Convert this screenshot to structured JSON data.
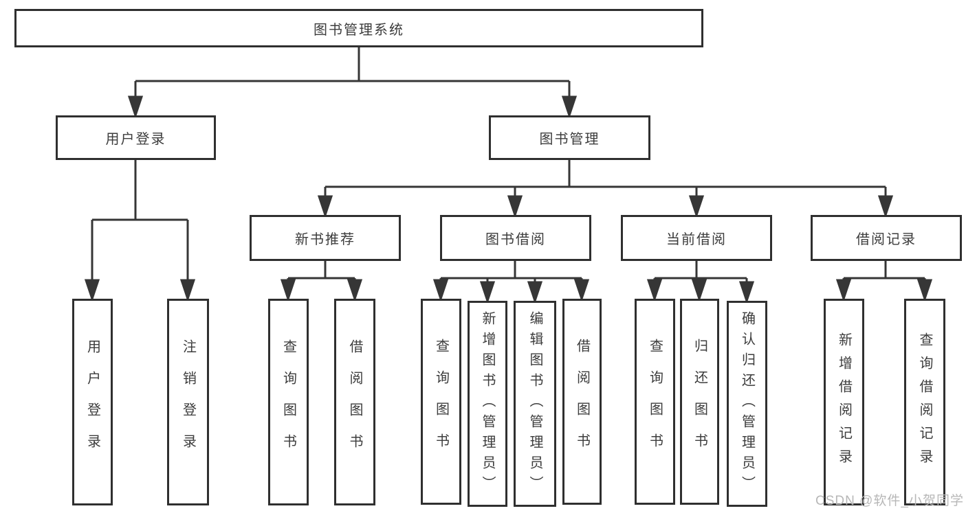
{
  "tree": {
    "label": "图书管理系统",
    "children": [
      {
        "label": "用户登录",
        "children": [
          {
            "label": "用户登录"
          },
          {
            "label": "注销登录"
          }
        ]
      },
      {
        "label": "图书管理",
        "children": [
          {
            "label": "新书推荐",
            "children": [
              {
                "label": "查询图书"
              },
              {
                "label": "借阅图书"
              }
            ]
          },
          {
            "label": "图书借阅",
            "children": [
              {
                "label": "查询图书"
              },
              {
                "label": "新增图书（管理员）"
              },
              {
                "label": "编辑图书（管理员）"
              },
              {
                "label": "借阅图书"
              }
            ]
          },
          {
            "label": "当前借阅",
            "children": [
              {
                "label": "查询图书"
              },
              {
                "label": "归还图书"
              },
              {
                "label": "确认归还（管理员）"
              }
            ]
          },
          {
            "label": "借阅记录",
            "children": [
              {
                "label": "新增借阅记录"
              },
              {
                "label": "查询借阅记录"
              }
            ]
          }
        ]
      }
    ]
  },
  "watermark": {
    "text": "CSDN @软件_小贺同学"
  },
  "colors": {
    "background": "#ffffff",
    "box_border": "#2f2f2f",
    "connector_line": "#363636",
    "text": "#3c3c3c",
    "watermark_text": "#b7b7b7"
  }
}
